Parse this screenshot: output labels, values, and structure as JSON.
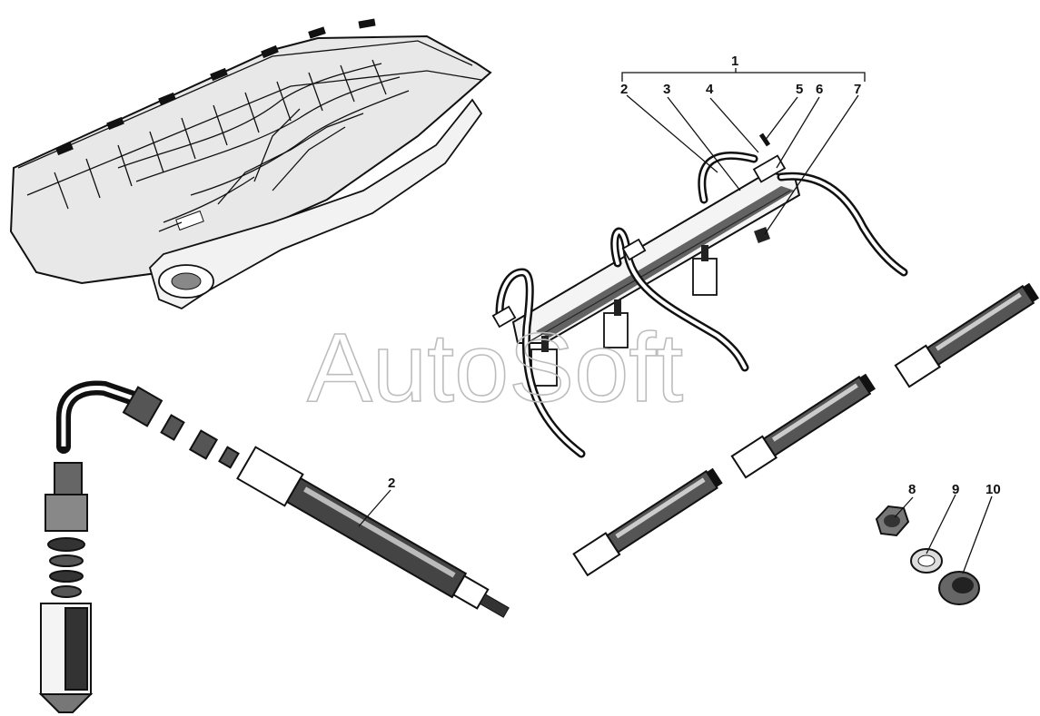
{
  "watermark": {
    "text": "AutoSoft"
  },
  "callouts": {
    "c1": "1",
    "c2_top": "2",
    "c3": "3",
    "c4": "4",
    "c5": "5",
    "c6": "6",
    "c7": "7",
    "c8": "8",
    "c9": "9",
    "c10": "10",
    "c2_left": "2"
  },
  "colors": {
    "ink": "#111111",
    "paper": "#ffffff",
    "watermark": "#bdbdbd"
  }
}
